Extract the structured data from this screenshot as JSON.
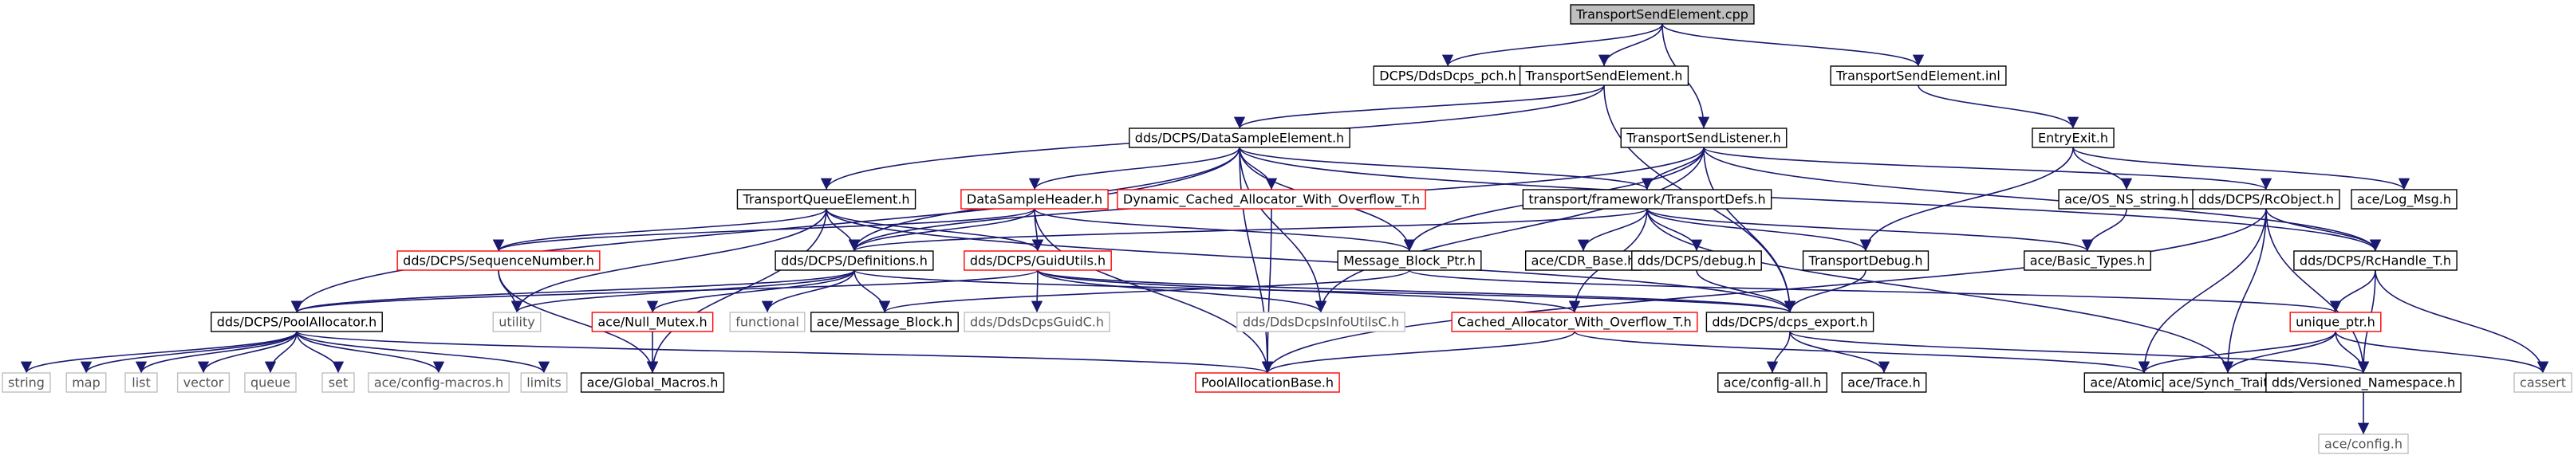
{
  "colors": {
    "edge": "#191970",
    "root_fill": "#bfbfbf",
    "normal_border": "#000000",
    "truncated_border": "#ff0000",
    "external_border": "#bfbfbf",
    "external_text": "#555555"
  },
  "nodes": [
    {
      "id": "root",
      "label": "TransportSendElement.cpp",
      "kind": "root"
    },
    {
      "id": "pch",
      "label": "DCPS/DdsDcps_pch.h",
      "kind": "normal"
    },
    {
      "id": "tse_h",
      "label": "TransportSendElement.h",
      "kind": "normal"
    },
    {
      "id": "tsl_h",
      "label": "TransportSendListener.h",
      "kind": "normal"
    },
    {
      "id": "tse_inl",
      "label": "TransportSendElement.inl",
      "kind": "normal"
    },
    {
      "id": "dse",
      "label": "dds/DCPS/DataSampleElement.h",
      "kind": "normal"
    },
    {
      "id": "entryexit",
      "label": "EntryExit.h",
      "kind": "normal"
    },
    {
      "id": "tqe",
      "label": "TransportQueueElement.h",
      "kind": "normal"
    },
    {
      "id": "dsh",
      "label": "DataSampleHeader.h",
      "kind": "truncated"
    },
    {
      "id": "dcawo",
      "label": "Dynamic_Cached_Allocator_With_Overflow_T.h",
      "kind": "truncated"
    },
    {
      "id": "tdefs",
      "label": "transport/framework/TransportDefs.h",
      "kind": "normal"
    },
    {
      "id": "osns",
      "label": "ace/OS_NS_string.h",
      "kind": "normal"
    },
    {
      "id": "rcobj",
      "label": "dds/DCPS/RcObject.h",
      "kind": "normal"
    },
    {
      "id": "logmsg",
      "label": "ace/Log_Msg.h",
      "kind": "normal"
    },
    {
      "id": "seqnum",
      "label": "dds/DCPS/SequenceNumber.h",
      "kind": "truncated"
    },
    {
      "id": "defs",
      "label": "dds/DCPS/Definitions.h",
      "kind": "normal"
    },
    {
      "id": "guidutils",
      "label": "dds/DCPS/GuidUtils.h",
      "kind": "truncated"
    },
    {
      "id": "mbptr",
      "label": "Message_Block_Ptr.h",
      "kind": "normal"
    },
    {
      "id": "cdrbase",
      "label": "ace/CDR_Base.h",
      "kind": "normal"
    },
    {
      "id": "debug",
      "label": "dds/DCPS/debug.h",
      "kind": "normal"
    },
    {
      "id": "tdebug",
      "label": "TransportDebug.h",
      "kind": "normal"
    },
    {
      "id": "basictypes",
      "label": "ace/Basic_Types.h",
      "kind": "normal"
    },
    {
      "id": "rchandle",
      "label": "dds/DCPS/RcHandle_T.h",
      "kind": "normal"
    },
    {
      "id": "poolalloc",
      "label": "dds/DCPS/PoolAllocator.h",
      "kind": "normal"
    },
    {
      "id": "utility",
      "label": "utility",
      "kind": "external"
    },
    {
      "id": "nullmutex",
      "label": "ace/Null_Mutex.h",
      "kind": "truncated"
    },
    {
      "id": "functional",
      "label": "functional",
      "kind": "external"
    },
    {
      "id": "msgblock",
      "label": "ace/Message_Block.h",
      "kind": "normal"
    },
    {
      "id": "guidc",
      "label": "dds/DdsDcpsGuidC.h",
      "kind": "external"
    },
    {
      "id": "infoutils",
      "label": "dds/DdsDcpsInfoUtilsC.h",
      "kind": "external"
    },
    {
      "id": "cawo",
      "label": "Cached_Allocator_With_Overflow_T.h",
      "kind": "truncated"
    },
    {
      "id": "export",
      "label": "dds/DCPS/dcps_export.h",
      "kind": "normal"
    },
    {
      "id": "uniqueptr",
      "label": "unique_ptr.h",
      "kind": "truncated"
    },
    {
      "id": "string",
      "label": "string",
      "kind": "external"
    },
    {
      "id": "map",
      "label": "map",
      "kind": "external"
    },
    {
      "id": "list",
      "label": "list",
      "kind": "external"
    },
    {
      "id": "vector",
      "label": "vector",
      "kind": "external"
    },
    {
      "id": "queue",
      "label": "queue",
      "kind": "external"
    },
    {
      "id": "set",
      "label": "set",
      "kind": "external"
    },
    {
      "id": "configmacros",
      "label": "ace/config-macros.h",
      "kind": "external"
    },
    {
      "id": "limits",
      "label": "limits",
      "kind": "external"
    },
    {
      "id": "globalmacros",
      "label": "ace/Global_Macros.h",
      "kind": "normal"
    },
    {
      "id": "poolbase",
      "label": "PoolAllocationBase.h",
      "kind": "truncated"
    },
    {
      "id": "configall",
      "label": "ace/config-all.h",
      "kind": "normal"
    },
    {
      "id": "trace",
      "label": "ace/Trace.h",
      "kind": "normal"
    },
    {
      "id": "atomic",
      "label": "ace/Atomic_Op.h",
      "kind": "normal"
    },
    {
      "id": "synch",
      "label": "ace/Synch_Traits.h",
      "kind": "normal"
    },
    {
      "id": "versioned",
      "label": "dds/Versioned_Namespace.h",
      "kind": "normal"
    },
    {
      "id": "cassert",
      "label": "cassert",
      "kind": "external"
    },
    {
      "id": "config",
      "label": "ace/config.h",
      "kind": "external"
    }
  ],
  "edges": [
    [
      "root",
      "pch"
    ],
    [
      "root",
      "tse_h"
    ],
    [
      "root",
      "tsl_h"
    ],
    [
      "root",
      "tse_inl"
    ],
    [
      "tse_h",
      "dse"
    ],
    [
      "tse_h",
      "tqe"
    ],
    [
      "tse_h",
      "export"
    ],
    [
      "tse_inl",
      "entryexit"
    ],
    [
      "entryexit",
      "osns"
    ],
    [
      "entryexit",
      "logmsg"
    ],
    [
      "entryexit",
      "tdebug"
    ],
    [
      "tsl_h",
      "tdefs"
    ],
    [
      "tsl_h",
      "export"
    ],
    [
      "tsl_h",
      "mbptr"
    ],
    [
      "tsl_h",
      "infoutils"
    ],
    [
      "tsl_h",
      "rcobj"
    ],
    [
      "tsl_h",
      "rchandle"
    ],
    [
      "tsl_h",
      "defs"
    ],
    [
      "dse",
      "dsh"
    ],
    [
      "dse",
      "dcawo"
    ],
    [
      "dse",
      "tdefs"
    ],
    [
      "dse",
      "poolalloc"
    ],
    [
      "dse",
      "mbptr"
    ],
    [
      "dse",
      "infoutils"
    ],
    [
      "dse",
      "poolbase"
    ],
    [
      "dse",
      "rchandle"
    ],
    [
      "dse",
      "defs"
    ],
    [
      "tqe",
      "seqnum"
    ],
    [
      "tqe",
      "defs"
    ],
    [
      "tqe",
      "guidutils"
    ],
    [
      "tqe",
      "utility"
    ],
    [
      "tqe",
      "globalmacros"
    ],
    [
      "tqe",
      "export"
    ],
    [
      "dsh",
      "seqnum"
    ],
    [
      "dsh",
      "defs"
    ],
    [
      "dsh",
      "guidutils"
    ],
    [
      "dsh",
      "mbptr"
    ],
    [
      "dsh",
      "poolbase"
    ],
    [
      "dcawo",
      "poolbase"
    ],
    [
      "tdefs",
      "cdrbase"
    ],
    [
      "tdefs",
      "debug"
    ],
    [
      "tdefs",
      "tdebug"
    ],
    [
      "tdefs",
      "basictypes"
    ],
    [
      "tdefs",
      "defs"
    ],
    [
      "tdefs",
      "cawo"
    ],
    [
      "tdefs",
      "synch"
    ],
    [
      "osns",
      "basictypes"
    ],
    [
      "rcobj",
      "rchandle"
    ],
    [
      "rcobj",
      "atomic"
    ],
    [
      "rcobj",
      "synch"
    ],
    [
      "rcobj",
      "versioned"
    ],
    [
      "rcobj",
      "poolbase"
    ],
    [
      "seqnum",
      "utility"
    ],
    [
      "seqnum",
      "globalmacros"
    ],
    [
      "defs",
      "poolalloc"
    ],
    [
      "defs",
      "nullmutex"
    ],
    [
      "defs",
      "functional"
    ],
    [
      "defs",
      "msgblock"
    ],
    [
      "defs",
      "utility"
    ],
    [
      "defs",
      "export"
    ],
    [
      "guidutils",
      "guidc"
    ],
    [
      "guidutils",
      "infoutils"
    ],
    [
      "guidutils",
      "poolalloc"
    ],
    [
      "guidutils",
      "export"
    ],
    [
      "guidutils",
      "cawo"
    ],
    [
      "mbptr",
      "msgblock"
    ],
    [
      "mbptr",
      "uniqueptr"
    ],
    [
      "debug",
      "export"
    ],
    [
      "tdebug",
      "export"
    ],
    [
      "rchandle",
      "uniqueptr"
    ],
    [
      "rchandle",
      "versioned"
    ],
    [
      "rchandle",
      "cassert"
    ],
    [
      "poolalloc",
      "string"
    ],
    [
      "poolalloc",
      "map"
    ],
    [
      "poolalloc",
      "list"
    ],
    [
      "poolalloc",
      "vector"
    ],
    [
      "poolalloc",
      "queue"
    ],
    [
      "poolalloc",
      "set"
    ],
    [
      "poolalloc",
      "configmacros"
    ],
    [
      "poolalloc",
      "limits"
    ],
    [
      "poolalloc",
      "poolbase"
    ],
    [
      "nullmutex",
      "globalmacros"
    ],
    [
      "cawo",
      "atomic"
    ],
    [
      "cawo",
      "poolbase"
    ],
    [
      "export",
      "configall"
    ],
    [
      "export",
      "trace"
    ],
    [
      "export",
      "versioned"
    ],
    [
      "uniqueptr",
      "atomic"
    ],
    [
      "uniqueptr",
      "synch"
    ],
    [
      "uniqueptr",
      "versioned"
    ],
    [
      "uniqueptr",
      "cassert"
    ],
    [
      "versioned",
      "config"
    ]
  ]
}
